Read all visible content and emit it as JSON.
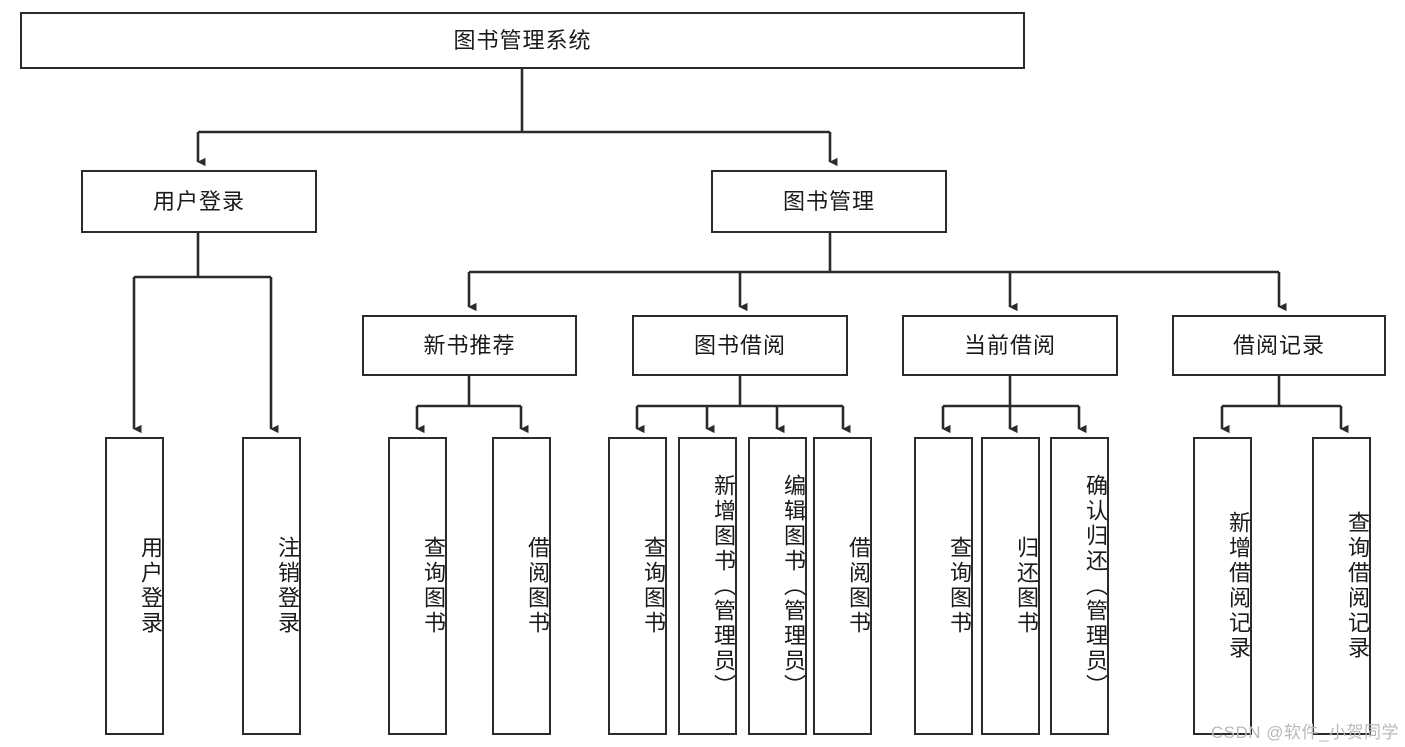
{
  "diagram": {
    "type": "tree-hierarchy",
    "title": "图书管理系统",
    "orientation": "top-down",
    "colors": {
      "box_border": "#2b2b2b",
      "box_fill": "#ffffff",
      "line": "#2b2b2b",
      "text": "#1a1a1a",
      "watermark": "#b9b9b9",
      "background": "#ffffff"
    },
    "levels": [
      {
        "level": 1,
        "nodes": [
          {
            "id": "root",
            "label": "图书管理系统",
            "orientation": "horizontal"
          }
        ]
      },
      {
        "level": 2,
        "nodes": [
          {
            "id": "login",
            "label": "用户登录",
            "orientation": "horizontal",
            "parent": "root"
          },
          {
            "id": "bookmgmt",
            "label": "图书管理",
            "orientation": "horizontal",
            "parent": "root"
          }
        ]
      },
      {
        "level": 3,
        "nodes": [
          {
            "id": "newbook",
            "label": "新书推荐",
            "orientation": "horizontal",
            "parent": "bookmgmt"
          },
          {
            "id": "borrow",
            "label": "图书借阅",
            "orientation": "horizontal",
            "parent": "bookmgmt"
          },
          {
            "id": "current",
            "label": "当前借阅",
            "orientation": "horizontal",
            "parent": "bookmgmt"
          },
          {
            "id": "records",
            "label": "借阅记录",
            "orientation": "horizontal",
            "parent": "bookmgmt"
          }
        ]
      },
      {
        "level": 4,
        "nodes": [
          {
            "id": "leaf-user-login",
            "label": "用户登录",
            "orientation": "vertical",
            "parent": "login"
          },
          {
            "id": "leaf-user-logout",
            "label": "注销登录",
            "orientation": "vertical",
            "parent": "login"
          },
          {
            "id": "leaf-query-book-1",
            "label": "查询图书",
            "orientation": "vertical",
            "parent": "newbook"
          },
          {
            "id": "leaf-borrow-book-1",
            "label": "借阅图书",
            "orientation": "vertical",
            "parent": "newbook"
          },
          {
            "id": "leaf-query-book-2",
            "label": "查询图书",
            "orientation": "vertical",
            "parent": "borrow"
          },
          {
            "id": "leaf-add-book",
            "label": "新增图书（管理员）",
            "orientation": "vertical",
            "parent": "borrow"
          },
          {
            "id": "leaf-edit-book",
            "label": "编辑图书（管理员）",
            "orientation": "vertical",
            "parent": "borrow"
          },
          {
            "id": "leaf-borrow-book-2",
            "label": "借阅图书",
            "orientation": "vertical",
            "parent": "borrow"
          },
          {
            "id": "leaf-query-book-3",
            "label": "查询图书",
            "orientation": "vertical",
            "parent": "current"
          },
          {
            "id": "leaf-return-book",
            "label": "归还图书",
            "orientation": "vertical",
            "parent": "current"
          },
          {
            "id": "leaf-confirm-return",
            "label": "确认归还（管理员）",
            "orientation": "vertical",
            "parent": "current"
          },
          {
            "id": "leaf-add-record",
            "label": "新增借阅记录",
            "orientation": "vertical",
            "parent": "records"
          },
          {
            "id": "leaf-query-record",
            "label": "查询借阅记录",
            "orientation": "vertical",
            "parent": "records"
          }
        ]
      }
    ]
  },
  "watermark": {
    "text": "CSDN @软件_小贺同学"
  }
}
